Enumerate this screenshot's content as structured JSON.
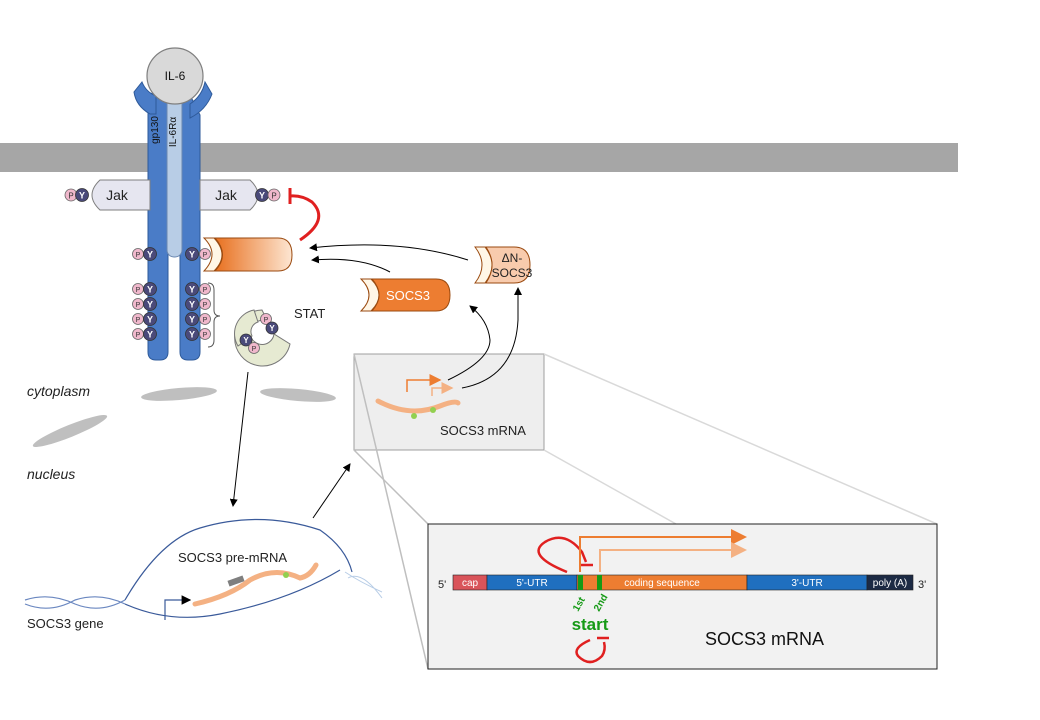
{
  "labels": {
    "il6": "IL-6",
    "gp130": "gp130",
    "il6ra": "IL-6Rα",
    "jak": "Jak",
    "p": "P",
    "y": "Y",
    "stat": "STAT",
    "socs3": "SOCS3",
    "dn_socs3_line1": "ΔN-",
    "dn_socs3_line2": "SOCS3",
    "cytoplasm": "cytoplasm",
    "nucleus": "nucleus",
    "socs3_mrna": "SOCS3 mRNA",
    "socs3_premrna": "SOCS3 pre-mRNA",
    "socs3_gene": "SOCS3 gene",
    "five_prime": "5'",
    "three_prime": "3'",
    "start": "start",
    "first": "1st",
    "second": "2nd"
  },
  "mrna_segments": [
    {
      "label": "cap",
      "color": "#d9545a"
    },
    {
      "label": "5'-UTR",
      "color": "#1f6fbf"
    },
    {
      "label": "coding sequence",
      "color": "#ed7d31"
    },
    {
      "label": "3'-UTR",
      "color": "#1f6fbf"
    },
    {
      "label": "poly (A)",
      "color": "#1c2a44"
    }
  ],
  "inset_title": "SOCS3 mRNA",
  "colors": {
    "receptor": "#4a7cc7",
    "il6ra": "#b8cde6",
    "membrane": "#a6a6a6",
    "socs3": "#ed7d31",
    "socs3_light": "#f4b183",
    "inhibit": "#e02020",
    "start": "#169a16",
    "y_circle": "#4a4a7a",
    "p_circle": "#f0b8cc"
  }
}
